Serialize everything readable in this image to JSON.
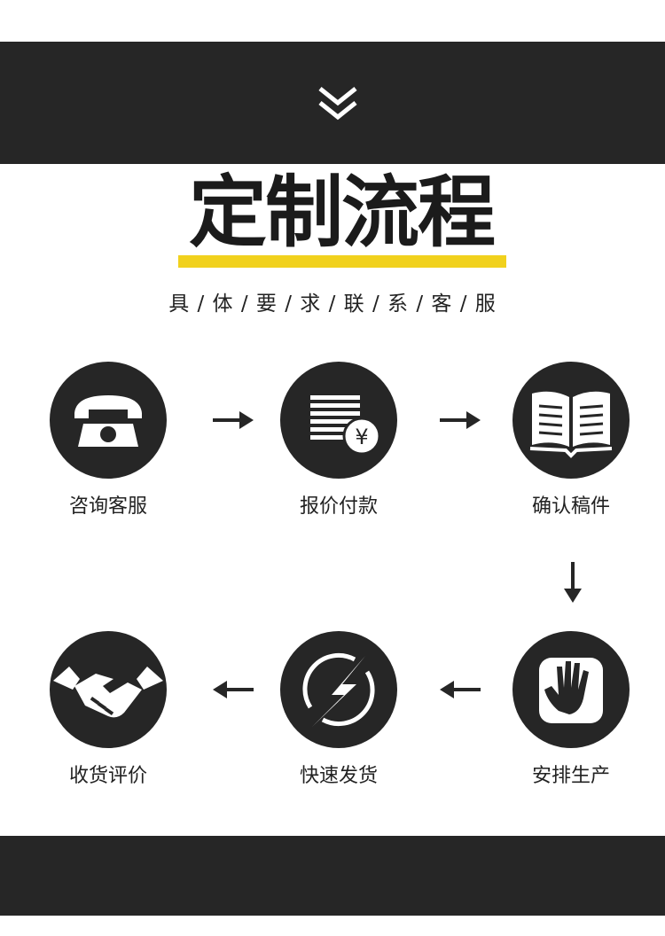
{
  "header": {
    "chevron_icon": "double-chevron-down-icon"
  },
  "title": "定制流程",
  "subtitle": "具 / 体 / 要 / 求 / 联 / 系 / 客 / 服",
  "colors": {
    "band": "#262626",
    "accent": "#f1d11d",
    "text": "#222222"
  },
  "steps": [
    {
      "label": "咨询客服",
      "icon": "telephone-icon"
    },
    {
      "label": "报价付款",
      "icon": "invoice-yen-icon"
    },
    {
      "label": "确认稿件",
      "icon": "open-book-icon"
    },
    {
      "label": "安排生产",
      "icon": "hand-icon"
    },
    {
      "label": "快速发货",
      "icon": "lightning-icon"
    },
    {
      "label": "收货评价",
      "icon": "handshake-icon"
    }
  ]
}
